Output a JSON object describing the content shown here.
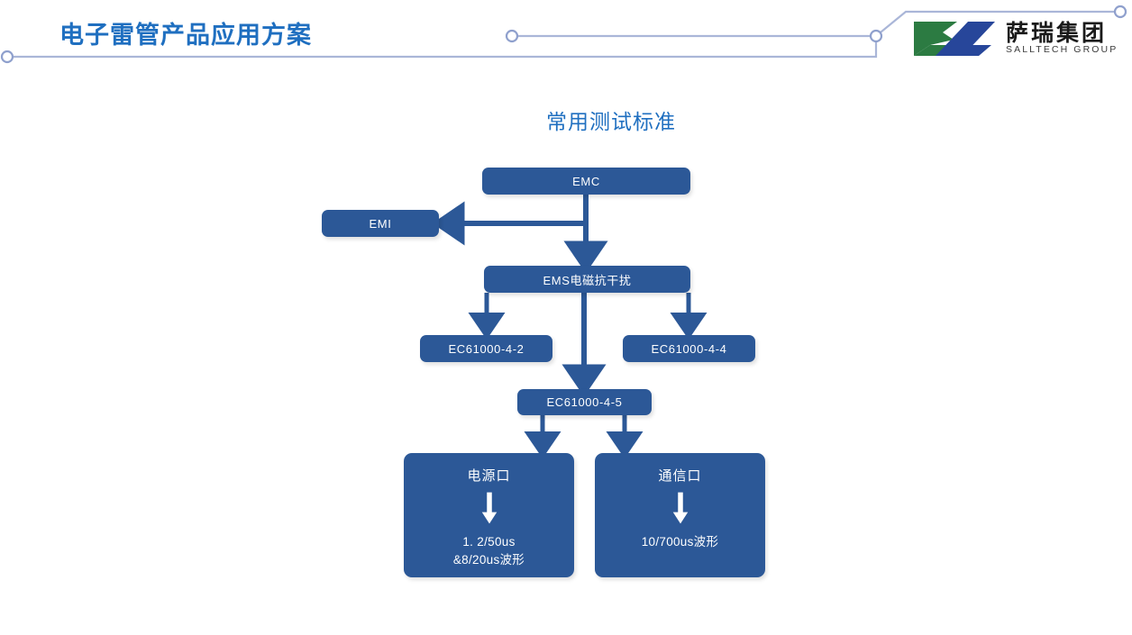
{
  "header": {
    "title": "电子雷管产品应用方案",
    "decoration_color": "#aab6d8",
    "title_color": "#1f6fc0"
  },
  "logo": {
    "mark_name": "salltech-logo-mark",
    "mark_green": "#2c7b42",
    "mark_blue": "#27469a",
    "name_cn": "萨瑞集团",
    "name_en": "SALLTECH GROUP"
  },
  "slide": {
    "heading": "常用测试标准",
    "heading_color": "#1f6fc0"
  },
  "diagram": {
    "node_fill": "#2c5897",
    "arrow_color": "#2c5897",
    "nodes": {
      "emc": "EMC",
      "emi": "EMI",
      "ems": "EMS电磁抗干扰",
      "iec_4_2": "EC61000-4-2",
      "iec_4_4": "EC61000-4-4",
      "iec_4_5": "EC61000-4-5",
      "power_port": {
        "title": "电源口",
        "caption_line1": "1. 2/50us",
        "caption_line2": "&8/20us波形"
      },
      "comm_port": {
        "title": "通信口",
        "caption_line1": "10/700us波形"
      }
    }
  }
}
